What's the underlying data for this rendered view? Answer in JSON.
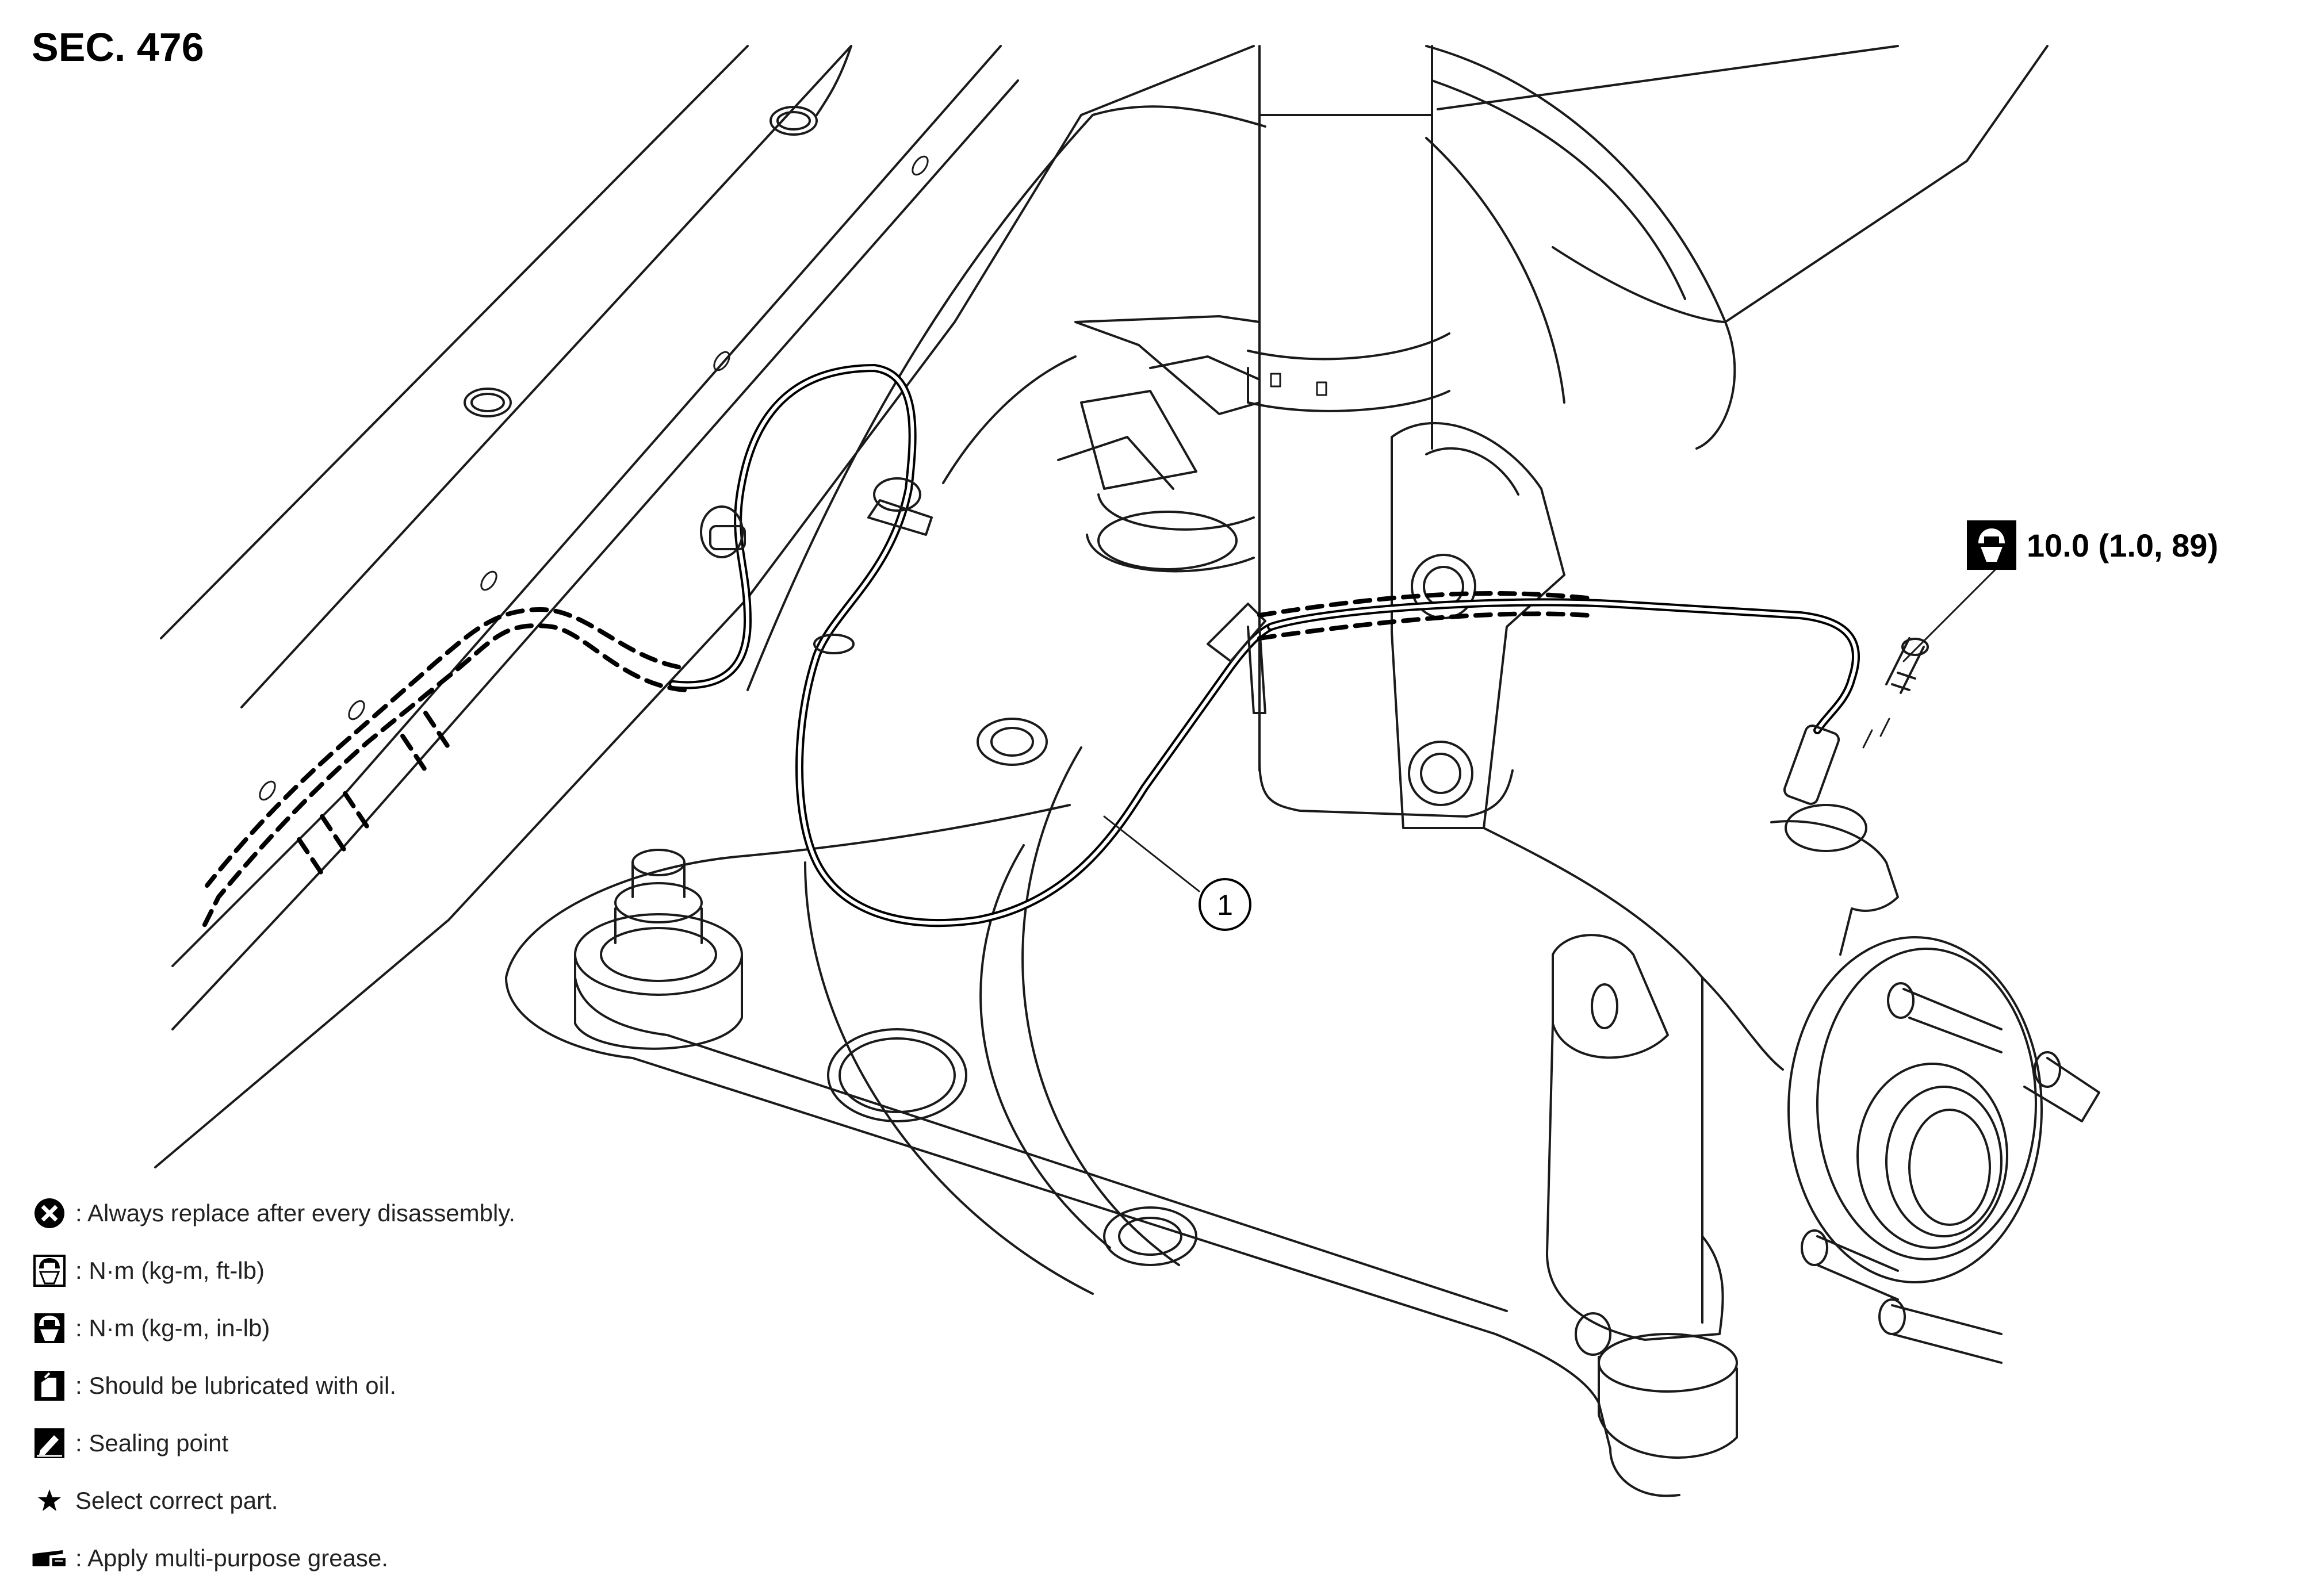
{
  "title": "SEC. 476",
  "torque_spec": {
    "icon": "torque-wrench-inlb-icon",
    "value": "10.0 (1.0, 89)"
  },
  "callouts": [
    {
      "number": "1"
    }
  ],
  "legend": [
    {
      "icon": "replace-x-icon",
      "text": ": Always replace after every disassembly."
    },
    {
      "icon": "torque-ftlb-icon",
      "text": ": N·m (kg-m, ft-lb)"
    },
    {
      "icon": "torque-inlb-icon",
      "text": ": N·m (kg-m, in-lb)"
    },
    {
      "icon": "oil-can-icon",
      "text": ": Should be lubricated with oil."
    },
    {
      "icon": "sealing-point-icon",
      "text": ": Sealing point"
    },
    {
      "icon": "star-icon",
      "text": "Select correct part."
    },
    {
      "icon": "grease-icon",
      "text": ": Apply multi-purpose grease."
    }
  ]
}
